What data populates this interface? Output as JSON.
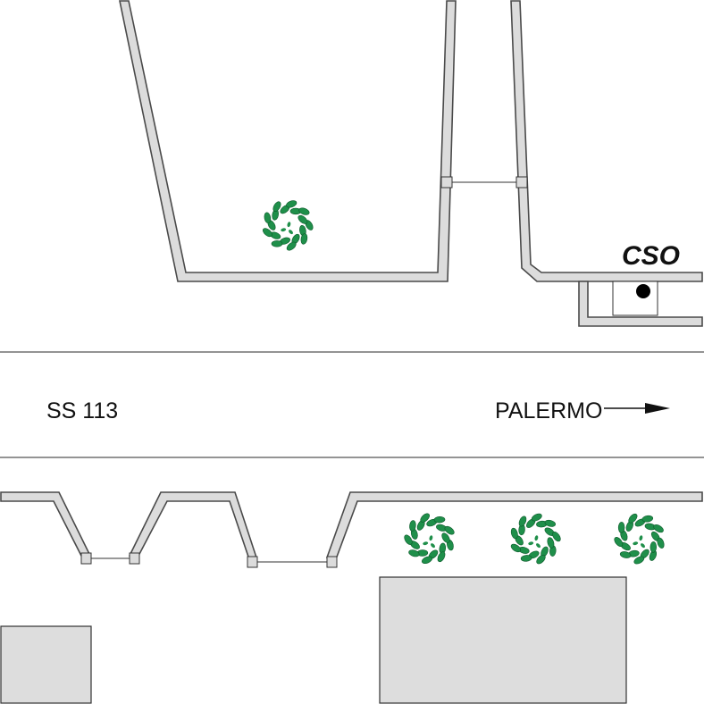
{
  "labels": {
    "cso": "CSO",
    "road": "SS 113",
    "direction": "PALERMO"
  },
  "colors": {
    "wall_fill": "#dcdcdc",
    "wall_stroke": "#4a4a4a",
    "tree_green": "#1f8f4a",
    "block_fill": "#dddddd"
  },
  "icons": {
    "tree": "tree-canopy-icon",
    "marker": "black-dot-marker-icon",
    "arrow": "arrow-right-icon"
  }
}
